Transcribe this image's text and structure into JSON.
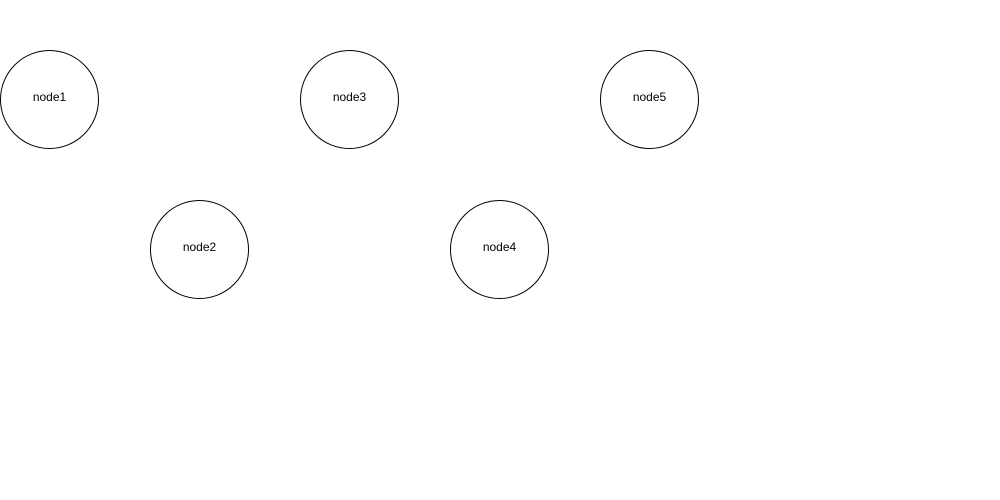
{
  "diagram": {
    "nodes": [
      {
        "label": "node1"
      },
      {
        "label": "node2"
      },
      {
        "label": "node3"
      },
      {
        "label": "node4"
      },
      {
        "label": "node5"
      }
    ]
  },
  "colors": {
    "background": "#ffffff",
    "node_border": "#000000",
    "text": "#000000"
  }
}
